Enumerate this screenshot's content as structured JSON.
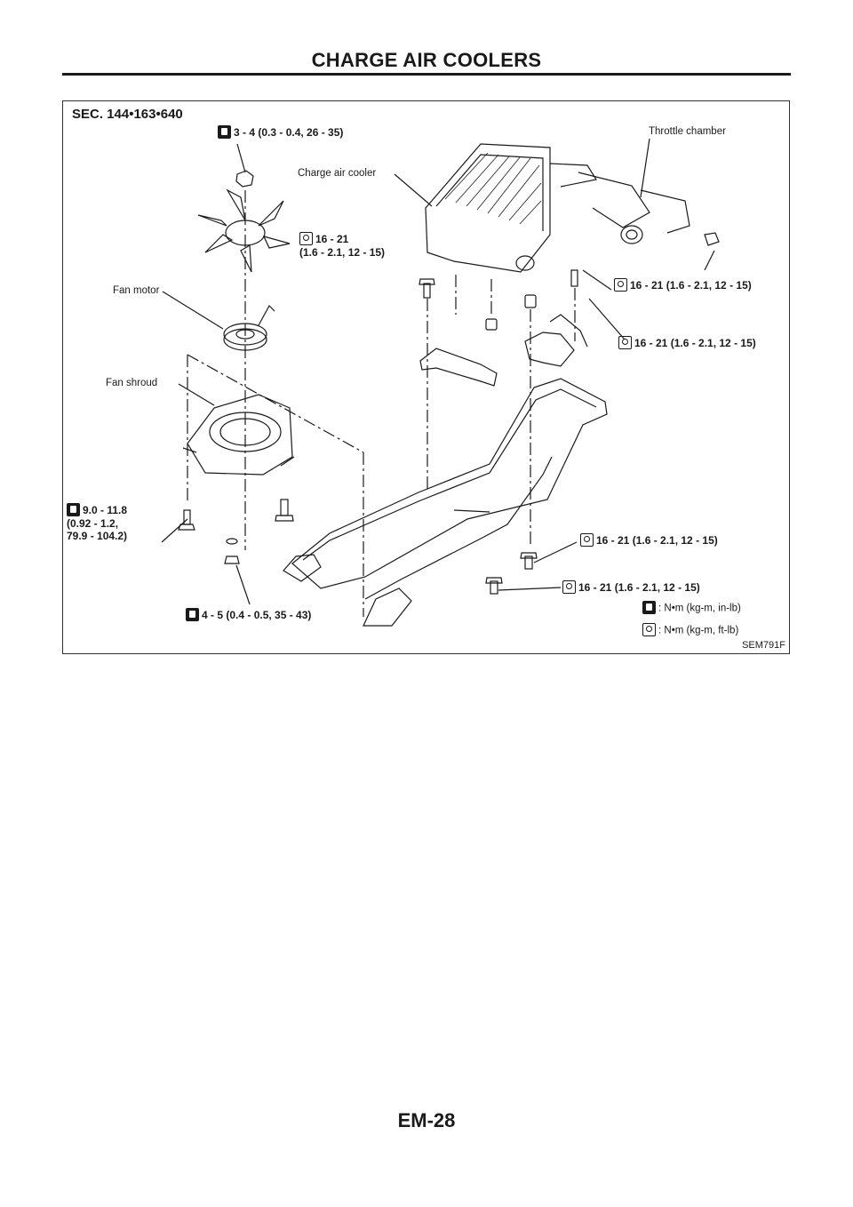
{
  "header": {
    "title": "CHARGE AIR COOLERS"
  },
  "diagram": {
    "section": "SEC. 144•163•640",
    "figure_id": "SEM791F",
    "parts": {
      "throttle_chamber": "Throttle chamber",
      "charge_air_cooler": "Charge air cooler",
      "fan_motor": "Fan motor",
      "fan_shroud": "Fan shroud"
    },
    "torques": {
      "t_top": "3 - 4 (0.3 - 0.4, 26 - 35)",
      "t_cooler": "16 - 21\n(1.6 - 2.1, 12 - 15)",
      "t_right1": "16 - 21 (1.6 - 2.1, 12 - 15)",
      "t_right2": "16 - 21 (1.6 - 2.1, 12 - 15)",
      "t_left": "9.0 - 11.8\n(0.92 - 1.2,\n79.9 - 104.2)",
      "t_lower1": "16 - 21 (1.6 - 2.1, 12 - 15)",
      "t_lower2": "16 - 21 (1.6 - 2.1, 12 - 15)",
      "t_bottom": "4 - 5 (0.4 - 0.5, 35 - 43)"
    },
    "legend": {
      "in_lb": ": N•m (kg-m, in-lb)",
      "ft_lb": ": N•m (kg-m, ft-lb)"
    },
    "icons": {
      "in_lb": "torque-in-lb-icon",
      "ft_lb": "torque-ft-lb-icon"
    }
  },
  "footer": {
    "page_number": "EM-28"
  }
}
